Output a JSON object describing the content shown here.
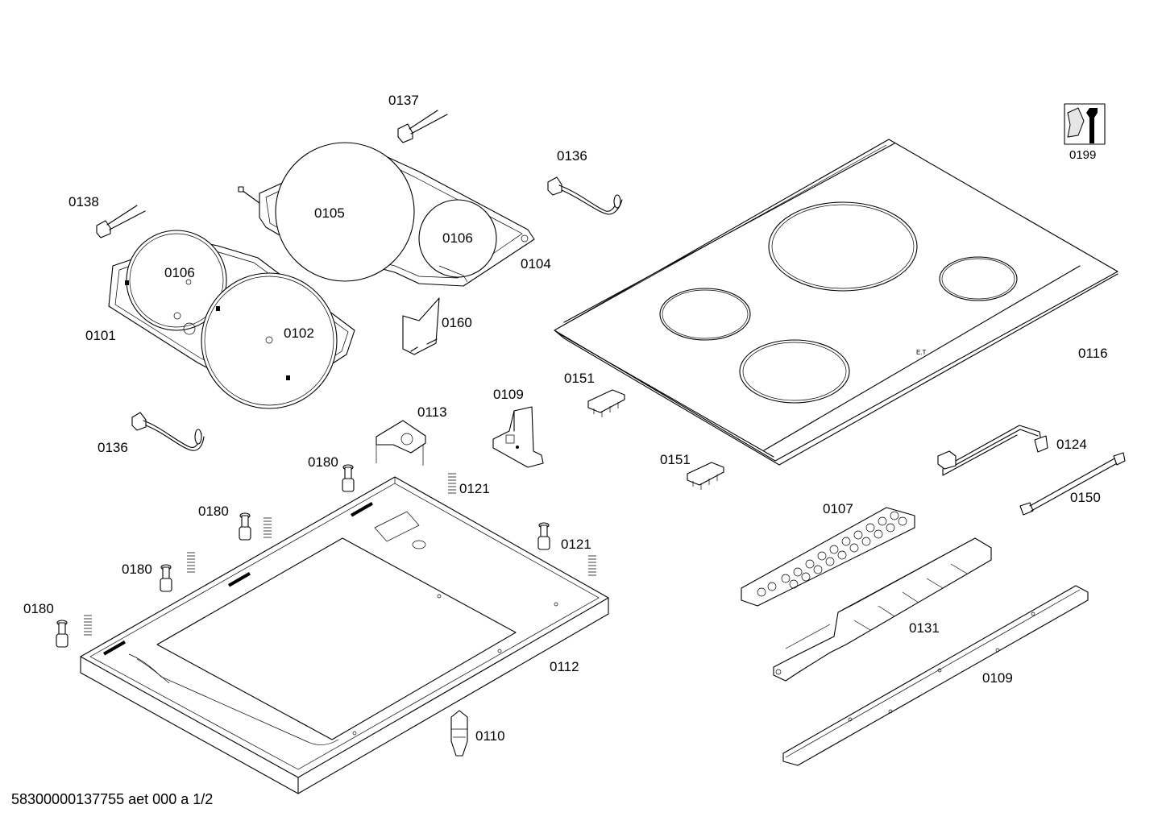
{
  "labels": {
    "l0137": "0137",
    "l0136a": "0136",
    "l0138": "0138",
    "l0105": "0105",
    "l0106a": "0106",
    "l0104": "0104",
    "l0106b": "0106",
    "l0101": "0101",
    "l0102": "0102",
    "l0160": "0160",
    "l0136b": "0136",
    "l0109a": "0109",
    "l0113": "0113",
    "l0151a": "0151",
    "l0151b": "0151",
    "l0116": "0116",
    "l0199": "0199",
    "l0180a": "0180",
    "l0121a": "0121",
    "l0180b": "0180",
    "l0121b": "0121",
    "l0180c": "0180",
    "l0180d": "0180",
    "l0112": "0112",
    "l0110": "0110",
    "l0124": "0124",
    "l0150": "0150",
    "l0107": "0107",
    "l0131": "0131",
    "l0109b": "0109"
  },
  "footer": "58300000137755 aet 000 a 1/2",
  "icons": {
    "service_tool": "wrench-nut-icon"
  }
}
